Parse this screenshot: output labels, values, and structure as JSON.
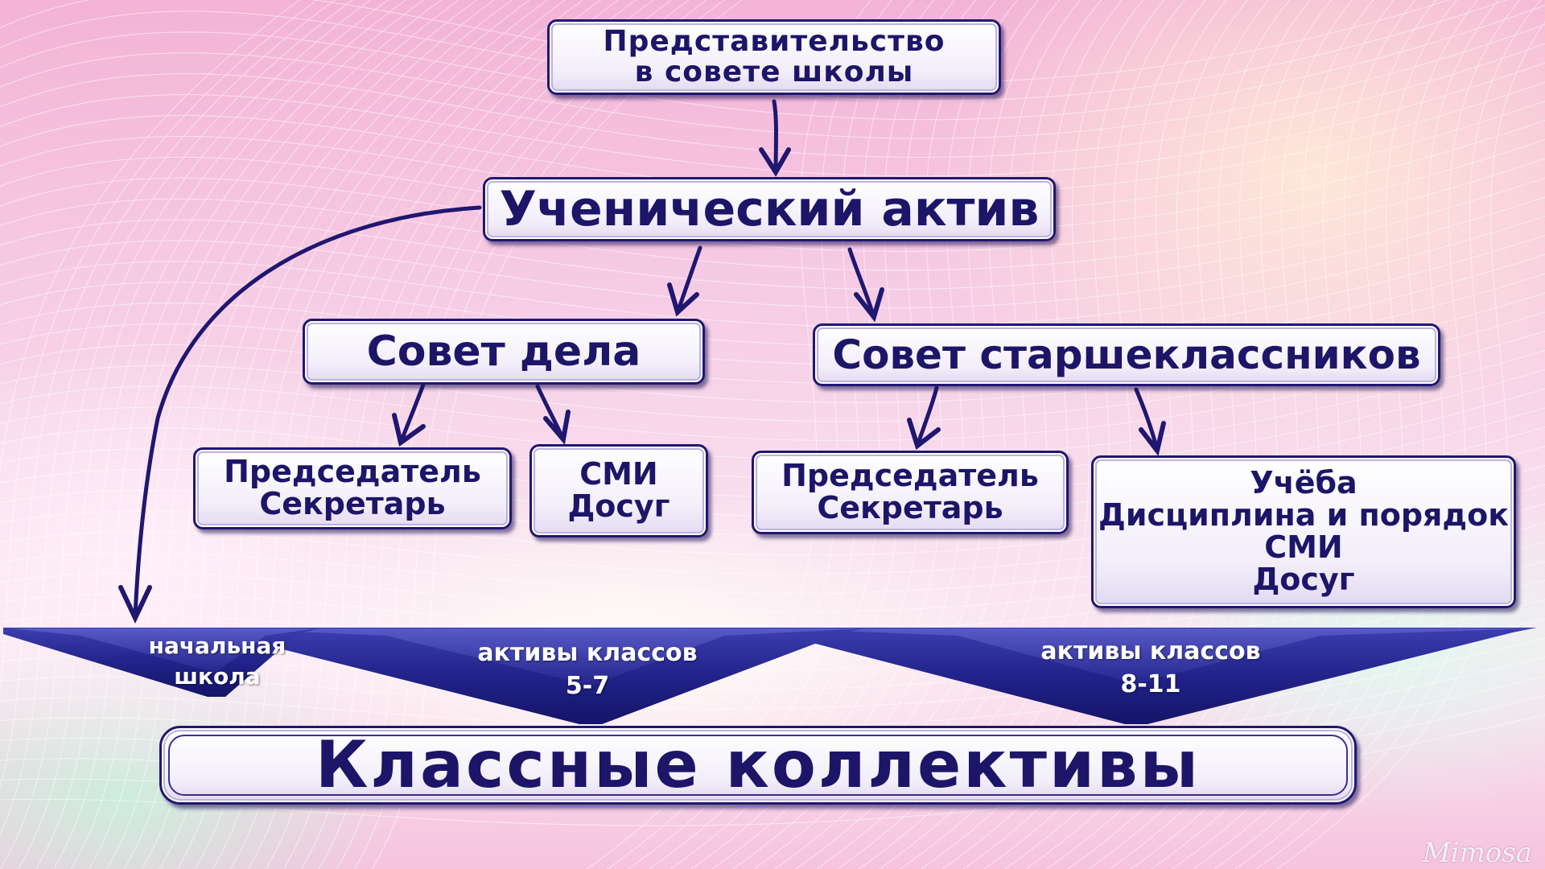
{
  "boxes": {
    "representation": [
      "Представительство",
      "в совете школы"
    ],
    "student_activ": "Ученический актив",
    "sovet_dela": "Совет дела",
    "sovet_starsh": "Совет старшеклассников",
    "delo_roles": [
      "Председатель",
      "Секретарь"
    ],
    "delo_media": [
      "СМИ",
      "Досуг"
    ],
    "starsh_roles": [
      "Председатель",
      "Секретарь"
    ],
    "starsh_sectors": [
      "Учёба",
      "Дисциплина и порядок",
      "СМИ",
      "Досуг"
    ],
    "class_collectives": "Классные коллективы"
  },
  "bands": {
    "primary": [
      "начальная",
      "школа"
    ],
    "grades_5_7": [
      "активы классов",
      "5-7"
    ],
    "grades_8_11": [
      "активы классов",
      "8-11"
    ]
  },
  "colors": {
    "ink": "#1c1568",
    "band_dark": "#1a1a7a",
    "band_light": "#4a4cb8"
  },
  "watermark": "Mimosa"
}
